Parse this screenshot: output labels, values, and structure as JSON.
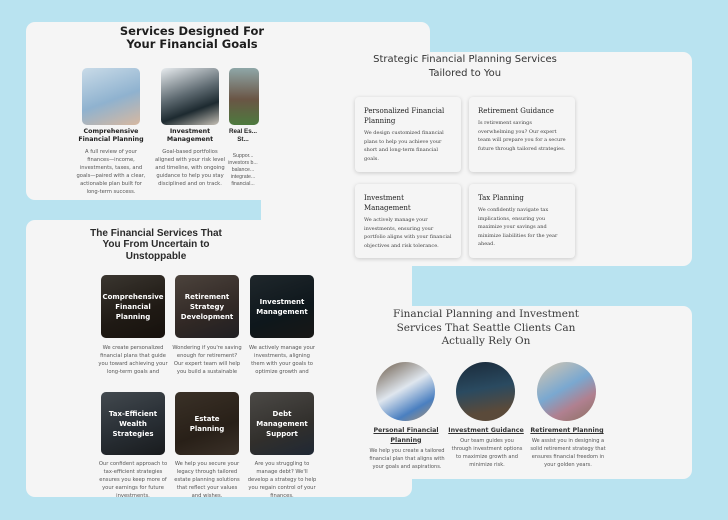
{
  "panel_a": {
    "title": "Services Designed For Your Financial Goals",
    "cards": [
      {
        "title": "Comprehensive Financial Planning",
        "desc": "A full review of your finances—income, investments, taxes, and goals—paired with a clear, actionable plan built for long-term success.",
        "image": "hands-holding-paper-family"
      },
      {
        "title": "Investment Management",
        "desc": "Goal-based portfolios aligned with your risk level and timeline, with ongoing guidance to help you stay disciplined and on track.",
        "image": "laptop-stock-chart"
      },
      {
        "title": "Real Es... St...",
        "desc": "Suppor... investors b... balance... integrate... financial...",
        "image": "modern-house"
      }
    ]
  },
  "panel_b": {
    "title": "Strategic Financial Planning Services Tailored to You",
    "cards": [
      {
        "title": "Personalized Financial Planning",
        "desc": "We design customized financial plans to help you achieve your short and long-term financial goals."
      },
      {
        "title": "Retirement Guidance",
        "desc": "Is retirement savings overwhelming you? Our expert team will prepare you for a secure future through tailored strategies."
      },
      {
        "title": "Investment Management",
        "desc": "We actively manage your investments, ensuring your portfolio aligns with your financial objectives and risk tolerance."
      },
      {
        "title": "Tax Planning",
        "desc": "We confidently navigate tax implications, ensuring you maximize your savings and minimize liabilities for the year ahead."
      }
    ]
  },
  "panel_c": {
    "title": "The Financial Services That ... You From Uncertain to Unstoppable",
    "title_lines": [
      "The Financial Services That",
      "You From Uncertain to",
      "Unstoppable"
    ],
    "cards": [
      {
        "title": "Comprehensive Financial Planning",
        "desc": "We create personalized financial plans that guide you toward achieving your long-term goals and aspirations."
      },
      {
        "title": "Retirement Strategy Development",
        "desc": "Wondering if you're saving enough for retirement? Our expert team will help you build a sustainable retirement plan."
      },
      {
        "title": "Investment Management",
        "desc": "We actively manage your investments, aligning them with your goals to optimize growth and minimize risks."
      },
      {
        "title": "Tax-Efficient Wealth Strategies",
        "desc": "Our confident approach to tax-efficient strategies ensures you keep more of your earnings for future investments."
      },
      {
        "title": "Estate Planning",
        "desc": "We help you secure your legacy through tailored estate planning solutions that reflect your values and wishes."
      },
      {
        "title": "Debt Management Support",
        "desc": "Are you struggling to manage debt? We'll develop a strategy to help you regain control of your finances."
      }
    ]
  },
  "panel_d": {
    "title": "Financial Planning and Investment Services That Seattle Clients Can Actually Rely On",
    "cards": [
      {
        "title": "Personal Financial Planning",
        "desc": "We help you create a tailored financial plan that aligns with your goals and aspirations."
      },
      {
        "title": "Investment Guidance",
        "desc": "Our team guides you through investment options to maximize growth and minimize risk."
      },
      {
        "title": "Retirement Planning",
        "desc": "We assist you in designing a solid retirement strategy that ensures financial freedom in your golden years."
      }
    ]
  },
  "colors": {
    "background": "#b9e3f0",
    "panel": "#f5f5f5"
  }
}
